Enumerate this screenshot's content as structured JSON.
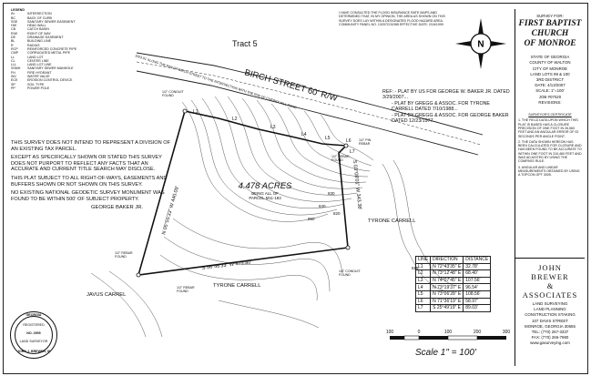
{
  "header": {
    "tract_label": "Tract 5",
    "flood_cert": "I HAVE CONSULTED THE FLOOD INSURANCE RATE MAPS AND DETERMINED THAT, IN MY OPINION, THE AREA AS SHOWN ON THIS SURVEY DOES LAY WITHIN A DESIGNATED FLOOD HAZARD AREA. COMMUNITY PANEL NO. 13297C0105B EFFECTIVE DATE: 2/16/1990"
  },
  "legend": {
    "title": "LEGEND",
    "items": [
      {
        "abbr": "IN",
        "desc": "INTERSECTION"
      },
      {
        "abbr": "BC",
        "desc": "BACK OF CURB"
      },
      {
        "abbr": "SSE",
        "desc": "SANITARY SEWER EASEMENT"
      },
      {
        "abbr": "HW",
        "desc": "HEAD WALL"
      },
      {
        "abbr": "CB",
        "desc": "CATCH BASIN"
      },
      {
        "abbr": "R/W",
        "desc": "RIGHT OF WAY"
      },
      {
        "abbr": "DE",
        "desc": "DRAINAGE EASEMENT"
      },
      {
        "abbr": "BL",
        "desc": "BUILDING LINE"
      },
      {
        "abbr": "R",
        "desc": "RADIUS"
      },
      {
        "abbr": "RCP",
        "desc": "REINFORCED CONCRETE PIPE"
      },
      {
        "abbr": "CMP",
        "desc": "CORRUGATED METAL PIPE"
      },
      {
        "abbr": "LL",
        "desc": "LAND LOT"
      },
      {
        "abbr": "CL",
        "desc": "CENTER LINE"
      },
      {
        "abbr": "LLL",
        "desc": "LAND LOT LINE"
      },
      {
        "abbr": "SSMH",
        "desc": "SANITARY SEWER MANHOLE"
      },
      {
        "abbr": "FH",
        "desc": "FIRE HYDRANT"
      },
      {
        "abbr": "WV",
        "desc": "WATER VALVE"
      },
      {
        "abbr": "ECE",
        "desc": "EROSION CONTROL DEVICE"
      },
      {
        "abbr": "SP",
        "desc": "SOIL TYPE"
      },
      {
        "abbr": "PP",
        "desc": "POWER POLE"
      }
    ]
  },
  "notes": {
    "n1": "This survey does not intend to represent a division of an existing tax parcel.",
    "n2": "Except as specifically shown or stated this survey does not purport to reflect any facts that an accurate and current title search may disclose.",
    "n3": "This plat subject to all right-of-ways, easements and buffers shown or not shown on this survey.",
    "n4": "No existing national geodetic survey monument was found to be within 500' of subject property."
  },
  "references": {
    "intro": "REF:  - PLAT BY US FOR GEORGE W. BAKER JR. DATED 3/29/2007...",
    "items": [
      "- PLAT BY GREGG & ASSOC. FOR TYRONE CARRELL DATED 7/10/1988...",
      "- PLAT BY GREGG & ASSOC. FOR GEORGE BAKER DATED 12/23/1977..."
    ]
  },
  "plat": {
    "street": "BIRCH STREET 60' R/W",
    "acreage": "4.478 ACRES",
    "acreage_sub1": "BEING ALL OF",
    "acreage_sub2": "PARCEL M11-183",
    "west_bearing": "N 05°55'33\" W 440.09'",
    "south_bearing": "S 56°46'33\" W 479.80'",
    "east_bearing": "S 03°08'01\" W 343.38'",
    "neighbors": {
      "george_baker": "GEORGE BAKER JR.",
      "tyrone_east": "TYRONE CARRELL",
      "tyrone_south": "TYRONE CARRELL",
      "javus": "JAVUS CARREL"
    },
    "pin_labels": {
      "nw": "1/2\" CONDUIT FOUND",
      "ne": "1/2\" REBAR FOUND",
      "ne2": "1/2\" PIN REBAR",
      "sw": "1/2\" REBAR FOUND",
      "se": "1/4\" CONDUIT FOUND",
      "sw2": "1/2\" REBAR FOUND"
    },
    "row_note": "1503.01' ALONG THE R/W OF BIRCH STREET TO THE INTERSECTION WITH THE R/W OF CHERRY HILL ROAD",
    "contours": [
      "850",
      "840",
      "830",
      "820",
      "810"
    ],
    "line_marks": [
      "L1",
      "L2",
      "L3",
      "L4",
      "L5",
      "L6",
      "L7"
    ]
  },
  "line_table": {
    "headers": [
      "LINE",
      "DIRECTION",
      "DISTANCE"
    ],
    "rows": [
      [
        "L1",
        "N 72°43'35\" E",
        "32.78'"
      ],
      [
        "L2",
        "N 73°12'48\" E",
        "68.40'"
      ],
      [
        "L3",
        "N 74°07'45\" E",
        "107.56'"
      ],
      [
        "L4",
        "N 73°19'37\" E",
        "96.54'"
      ],
      [
        "L5",
        "N 73°06'28\" E",
        "108.56'"
      ],
      [
        "L6",
        "N 71°36'19\" E",
        "58.97'"
      ],
      [
        "L7",
        "S 25°49'19\" E",
        "89.03'"
      ]
    ]
  },
  "scale_bar": {
    "ticks": [
      "100",
      "0",
      "100",
      "200",
      "300"
    ],
    "label": "Scale 1\" = 100'"
  },
  "north_arrow": {
    "letter": "N"
  },
  "seal": {
    "state": "GEORGIA",
    "registered": "REGISTERED",
    "number": "NO. 2905",
    "profession": "LAND SURVEYOR",
    "name": "JOHN J. BREWER, III"
  },
  "title_block": {
    "survey_for": "SURVEY FOR:",
    "client1": "FIRST BAPTIST",
    "client2": "CHURCH",
    "client3": "OF MONROE",
    "state": "STATE OF GEORGIA",
    "county": "COUNTY OF WALTON",
    "city": "CITY OF MONROE",
    "land_lots": "LAND LOTS 99 & 100",
    "district": "3RD DISTRICT",
    "date": "DATE: 4/13/2007",
    "scale": "SCALE: 1\"=100'",
    "job": "JOB #07020",
    "revisions": "REVISIONS:",
    "cert_head": "SURVEYOR'S CERTIFICATE",
    "cert1": "1. THE FIELD DATA UPON WHICH THIS PLAT IS BASED HAS A CLOSURE PRECISION OF ONE FOOT IN 26,563 FEET AND AN ANGULAR ERROR OF 02 SECONDS PER ANGLE POINT.",
    "cert2": "2. THE DATA SHOWN HEREON HAS BEEN CALCULATED FOR CLOSURE AND HAS BEEN FOUND TO BE ACCURATE TO WITHIN ONE FOOT IN 310,460 FEET AND WAS ADJUSTED BY USING THE COMPASS RULE.",
    "cert3": "3. ANGULAR AND LINEAR MEASUREMENTS OBTAINED BY USING A TOPCON GPT 3005.",
    "firm1": "JOHN",
    "firm2": "BREWER",
    "firm3": "&",
    "firm4": "ASSOCIATES",
    "svc1": "LAND SURVEYING",
    "svc2": "LAND PLANNING",
    "svc3": "CONSTRUCTION STAKING",
    "addr1": "107 DAVIS STREET",
    "addr2": "MONROE, GEORGIA 30655",
    "tel": "TEL: (770) 267-3337",
    "fax": "FAX: (770) 266-7980",
    "web": "www.gasurveying.com"
  }
}
